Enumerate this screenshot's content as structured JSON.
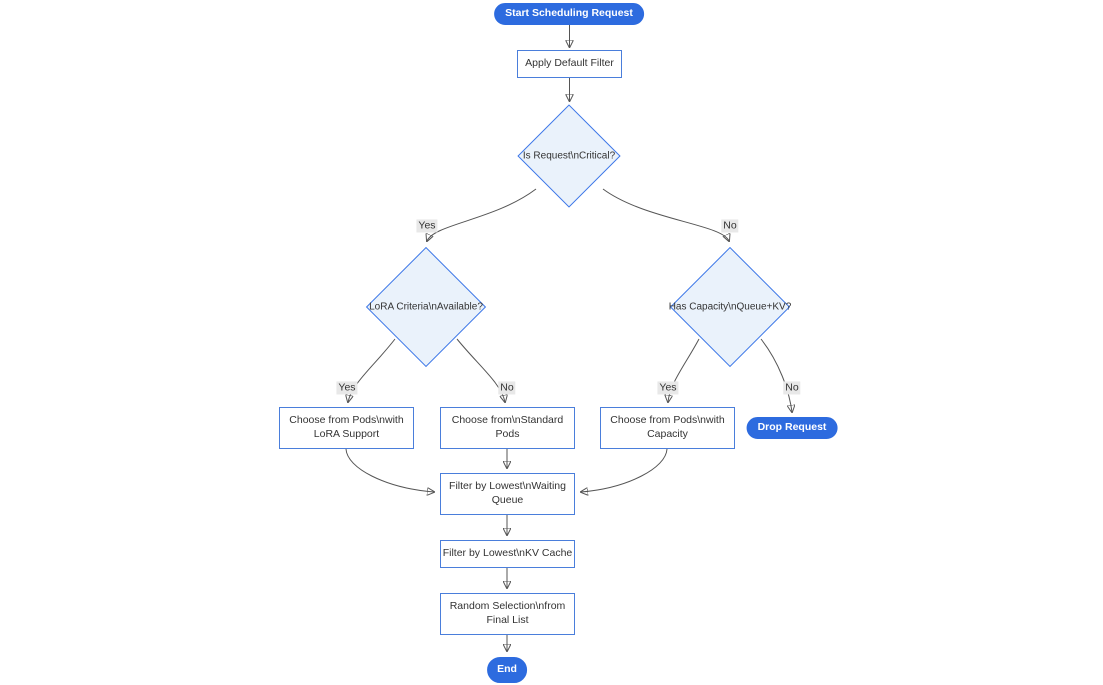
{
  "diagram": {
    "nodes": {
      "start": {
        "label": "Start Scheduling Request",
        "type": "terminal"
      },
      "apply_default_filter": {
        "label": "Apply Default Filter",
        "type": "process"
      },
      "is_critical": {
        "label": "Is Request\\nCritical?",
        "type": "decision"
      },
      "lora_criteria": {
        "label": "LoRA Criteria\\nAvailable?",
        "type": "decision"
      },
      "has_capacity": {
        "label": "Has Capacity\\nQueue+KV?",
        "type": "decision"
      },
      "choose_lora_pods": {
        "label": [
          "Choose from Pods\\nwith",
          "LoRA Support"
        ],
        "type": "process"
      },
      "choose_standard_pods": {
        "label": [
          "Choose from\\nStandard",
          "Pods"
        ],
        "type": "process"
      },
      "choose_capacity_pods": {
        "label": [
          "Choose from Pods\\nwith",
          "Capacity"
        ],
        "type": "process"
      },
      "drop_request": {
        "label": "Drop Request",
        "type": "terminal"
      },
      "filter_waiting_queue": {
        "label": [
          "Filter by Lowest\\nWaiting",
          "Queue"
        ],
        "type": "process"
      },
      "filter_kv_cache": {
        "label": "Filter by Lowest\\nKV Cache",
        "type": "process"
      },
      "random_selection": {
        "label": [
          "Random Selection\\nfrom",
          "Final List"
        ],
        "type": "process"
      },
      "end": {
        "label": "End",
        "type": "terminal"
      }
    },
    "edge_labels": {
      "critical_yes": "Yes",
      "critical_no": "No",
      "lora_yes": "Yes",
      "lora_no": "No",
      "capacity_yes": "Yes",
      "capacity_no": "No"
    },
    "colors": {
      "terminal_fill": "#2d6bdf",
      "terminal_text": "#ffffff",
      "process_fill": "#ffffff",
      "process_border": "#4a7edb",
      "decision_fill": "#eaf2fb",
      "decision_border": "#3b76e8",
      "edge_line": "#555555",
      "arrowhead": "#333333",
      "edge_label_bg": "#e8e8e8",
      "text": "#333333",
      "background": "#ffffff"
    }
  }
}
